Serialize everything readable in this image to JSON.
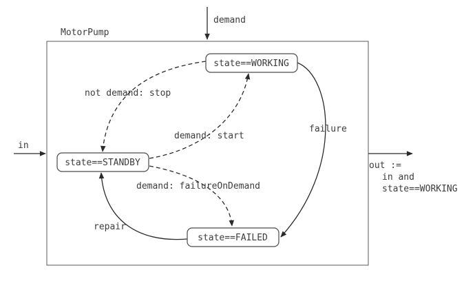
{
  "diagram": {
    "title": "MotorPump",
    "inputs": {
      "demand": "demand",
      "in_signal": "in"
    },
    "output": {
      "line1": "out :=",
      "line2": "in and",
      "line3": "state==WORKING"
    },
    "states": {
      "working": {
        "label": "state==WORKING"
      },
      "standby": {
        "label": "state==STANDBY"
      },
      "failed": {
        "label": "state==FAILED"
      }
    },
    "transitions": {
      "stop": {
        "label": "not demand: stop",
        "style": "dashed",
        "from": "state==WORKING",
        "to": "state==STANDBY"
      },
      "start": {
        "label": "demand: start",
        "style": "dashed",
        "from": "state==STANDBY",
        "to": "state==WORKING"
      },
      "failure": {
        "label": "failure",
        "style": "solid",
        "from": "state==WORKING",
        "to": "state==FAILED"
      },
      "failure_on_demand": {
        "label": "demand: failureOnDemand",
        "style": "dashed",
        "from": "state==STANDBY",
        "to": "state==FAILED"
      },
      "repair": {
        "label": "repair",
        "style": "solid",
        "from": "state==FAILED",
        "to": "state==STANDBY"
      }
    },
    "colors": {
      "line": "#2a2a2a",
      "text": "#3c3c3c",
      "background": "#ffffff"
    }
  }
}
